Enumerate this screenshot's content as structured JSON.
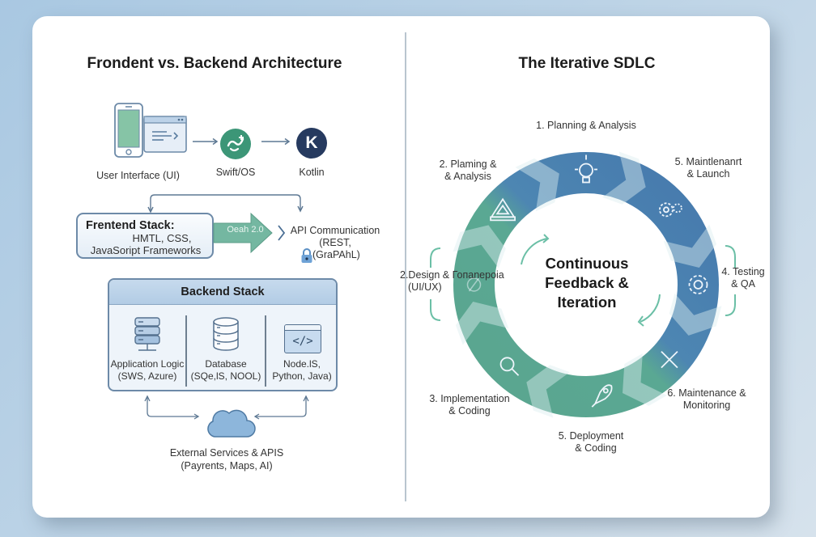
{
  "left_panel": {
    "title": "Frondent vs. Backend Architecture",
    "flow": [
      {
        "label": "User Interface (UI)",
        "icon": "phone-browser-icon"
      },
      {
        "label": "Swift/OS",
        "icon": "swift-logo-icon"
      },
      {
        "label": "Kotlin",
        "icon": "kotlin-logo-icon",
        "glyph": "K"
      }
    ],
    "frontend_stack": {
      "heading": "Frentend Stack:",
      "line1": "HMTL, CSS,",
      "line2": "JavaSoript Frameworks"
    },
    "arrow_label": "Oeah 2.0",
    "api": {
      "line1": "API Communication",
      "line2": "(REST,",
      "line3": "(GraPAhL)",
      "icon": "lock-icon"
    },
    "backend_stack": {
      "heading": "Backend Stack",
      "columns": [
        {
          "line1": "Application Logic",
          "line2": "(SWS, Azure)",
          "icon": "server-icon"
        },
        {
          "line1": "Database",
          "line2": "(SQe,lS, NOOL)",
          "icon": "database-icon"
        },
        {
          "line1": "Node.lS,",
          "line2": "Python, Java)",
          "icon": "code-window-icon",
          "glyph": "</>"
        }
      ]
    },
    "external": {
      "line1": "External Services & APIS",
      "line2": "(Payrents, Maps, AI)",
      "icon": "cloud-icon"
    }
  },
  "right_panel": {
    "title": "The Iterative SDLC",
    "center": {
      "line1": "Continuous",
      "line2": "Feedback &",
      "line3": "Iteration"
    },
    "stages": [
      {
        "id": "planning-top",
        "line1": "1. Planning & Analysis",
        "line2": "",
        "icon": "lightbulb-icon"
      },
      {
        "id": "maintenance-launch",
        "line1": "5. Maintlenanrt",
        "line2": "& Launch",
        "icon": "gears-icon"
      },
      {
        "id": "testing",
        "line1": "4. Testing",
        "line2": "& QA",
        "icon": "gear-icon"
      },
      {
        "id": "maintenance-monitoring",
        "line1": "6. Maintenance &",
        "line2": "Monitoring",
        "icon": "wrench-screwdriver-icon"
      },
      {
        "id": "deployment",
        "line1": "5. Deployment",
        "line2": "& Coding",
        "icon": "rocket-icon"
      },
      {
        "id": "implementation",
        "line1": "3. Implementation",
        "line2": "& Coding",
        "icon": "magnifier-icon"
      },
      {
        "id": "design",
        "line1": "2.Design & Гопаnepoia",
        "line2": "(UI/UX)",
        "icon": "pen-tool-icon"
      },
      {
        "id": "planning-left",
        "line1": "2. Plaming &",
        "line2": "& Analysis",
        "icon": "ruler-triangle-icon"
      }
    ],
    "colors": {
      "blue": "#4a7fb0",
      "green": "#5aa893",
      "accent_green": "#6bbfa6"
    }
  }
}
